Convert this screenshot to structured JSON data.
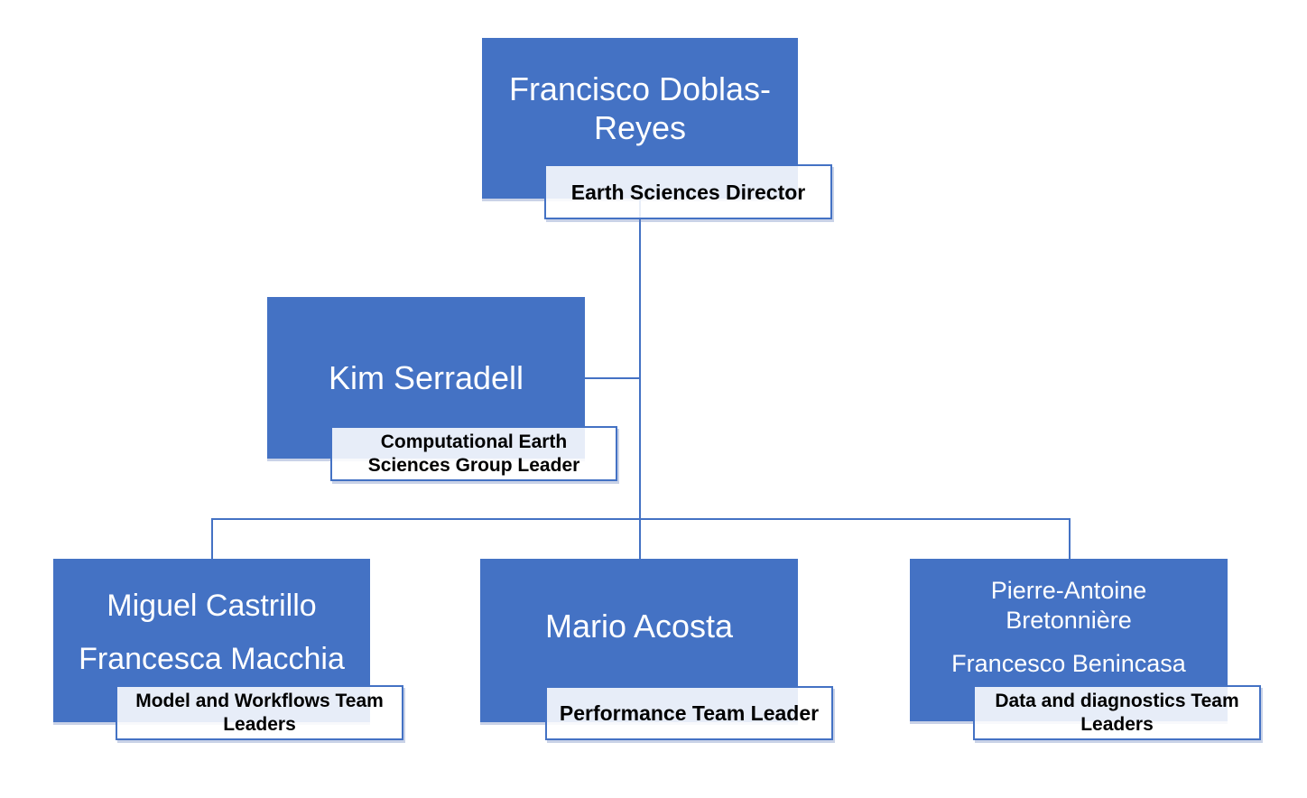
{
  "colors": {
    "background": "#FFFFFF",
    "node_fill": "#4472C4",
    "node_text": "#FFFFFF",
    "connector": "#4472C4",
    "label_border": "#4472C4",
    "label_text": "#000000"
  },
  "nodes": {
    "director": {
      "name": "Francisco Doblas-Reyes",
      "role_lines": [
        "Earth Sciences Director"
      ]
    },
    "group_leader": {
      "name": "Kim Serradell",
      "role_lines": [
        "Computational Earth",
        "Sciences Group Leader"
      ]
    },
    "team_model_workflows": {
      "name1": "Miguel Castrillo",
      "name2": "Francesca Macchia",
      "role_lines": [
        "Model and Workflows Team",
        "Leaders"
      ]
    },
    "team_performance": {
      "name": "Mario Acosta",
      "role_lines": [
        "Performance Team Leader"
      ]
    },
    "team_data_diagnostics": {
      "name1": "Pierre-Antoine Bretonnière",
      "name2": "Francesco Benincasa",
      "role_lines": [
        "Data and diagnostics Team",
        "Leaders"
      ]
    }
  }
}
